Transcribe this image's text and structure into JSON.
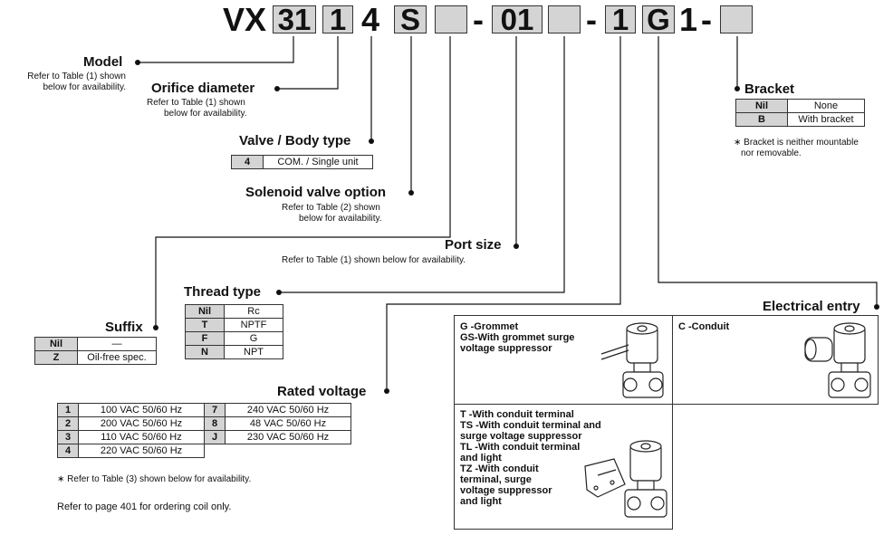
{
  "code": {
    "prefix": "VX",
    "model": "31",
    "orifice": "1",
    "body": "4",
    "option": "S",
    "suffix": "",
    "dash1": "-",
    "port": "01",
    "thread": "",
    "dash2": "-",
    "voltage": "1",
    "entry": "G",
    "one": "1",
    "dash3": "-",
    "bracket": ""
  },
  "model": {
    "title": "Model",
    "note1": "Refer to Table (1) shown",
    "note2": "below for availability."
  },
  "orifice": {
    "title": "Orifice diameter",
    "note1": "Refer to Table (1) shown",
    "note2": "below for availability."
  },
  "body": {
    "title": "Valve / Body type",
    "rows": [
      {
        "k": "4",
        "v": "COM. / Single unit"
      }
    ]
  },
  "option": {
    "title": "Solenoid valve option",
    "note1": "Refer to Table (2) shown",
    "note2": "below for availability."
  },
  "port": {
    "title": "Port size",
    "note": "Refer to Table (1) shown below for availability."
  },
  "suffix": {
    "title": "Suffix",
    "rows": [
      {
        "k": "Nil",
        "v": "—"
      },
      {
        "k": "Z",
        "v": "Oil-free spec."
      }
    ]
  },
  "thread": {
    "title": "Thread type",
    "rows": [
      {
        "k": "Nil",
        "v": "Rc"
      },
      {
        "k": "T",
        "v": "NPTF"
      },
      {
        "k": "F",
        "v": "G"
      },
      {
        "k": "N",
        "v": "NPT"
      }
    ]
  },
  "voltage": {
    "title": "Rated voltage",
    "rows": [
      {
        "k1": "1",
        "v1": "100 VAC 50/60 Hz",
        "k2": "7",
        "v2": "240 VAC 50/60 Hz"
      },
      {
        "k1": "2",
        "v1": "200 VAC 50/60 Hz",
        "k2": "8",
        "v2": "48 VAC 50/60 Hz"
      },
      {
        "k1": "3",
        "v1": "110 VAC 50/60 Hz",
        "k2": "J",
        "v2": "230 VAC 50/60 Hz"
      },
      {
        "k1": "4",
        "v1": "220 VAC 50/60 Hz",
        "k2": "",
        "v2": ""
      }
    ],
    "note": "∗ Refer to Table (3) shown below for availability.",
    "coil_note": "Refer to page 401 for ordering coil only."
  },
  "bracket": {
    "title": "Bracket",
    "rows": [
      {
        "k": "Nil",
        "v": "None"
      },
      {
        "k": "B",
        "v": "With bracket"
      }
    ],
    "note1": "∗ Bracket is neither mountable",
    "note2": "nor removable."
  },
  "entry": {
    "title": "Electrical entry",
    "g_lines": [
      "G  -Grommet",
      "GS-With grommet surge",
      "      voltage suppressor"
    ],
    "c_lines": [
      "C  -Conduit"
    ],
    "t_lines": [
      "T   -With conduit terminal",
      "TS -With conduit terminal and",
      "       surge voltage suppressor",
      "TL -With conduit terminal",
      "       and light",
      "TZ -With conduit",
      "       terminal, surge",
      "       voltage suppressor",
      "       and light"
    ]
  }
}
